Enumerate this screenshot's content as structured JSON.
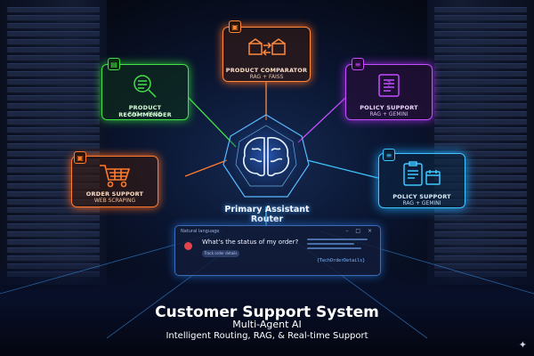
{
  "diagram": {
    "agents": [
      {
        "id": "product-comparator",
        "title": "PRODUCT COMPARATOR",
        "subtitle": "RAG + FAISS",
        "icon": "boxes-compare-icon",
        "color": "#ff8a3d"
      },
      {
        "id": "product-recommender",
        "title": "PRODUCT RECOMMENDER",
        "subtitle": "RAG + FAISS",
        "icon": "magnifier-list-icon",
        "color": "#44e04a"
      },
      {
        "id": "policy-support-top",
        "title": "POLICY SUPPORT",
        "subtitle": "RAG + GEMINI",
        "icon": "scroll-document-icon",
        "color": "#c44dff"
      },
      {
        "id": "order-support",
        "title": "ORDER SUPPORT",
        "subtitle": "WEB SCRAPING",
        "icon": "shopping-cart-icon",
        "color": "#ff7a2e"
      },
      {
        "id": "policy-support-right",
        "title": "POLICY SUPPORT",
        "subtitle": "RAG + GEMINI",
        "icon": "clipboard-calendar-icon",
        "color": "#3ec7ff"
      }
    ],
    "router": {
      "line1": "Primary Assistant",
      "line2": "Router",
      "icon": "brain-icon"
    },
    "chat": {
      "header": "Natural language",
      "message": "What's the status of my order?",
      "button": "Track order details",
      "tech_label": "{TechOrderDetails}"
    }
  },
  "titles": {
    "main": "Customer Support System",
    "sub": "Multi-Agent AI",
    "tagline": "Intelligent Routing, RAG, & Real-time Support"
  },
  "colors": {
    "accent_blue": "#3ec7ff",
    "background": "#05070f"
  }
}
